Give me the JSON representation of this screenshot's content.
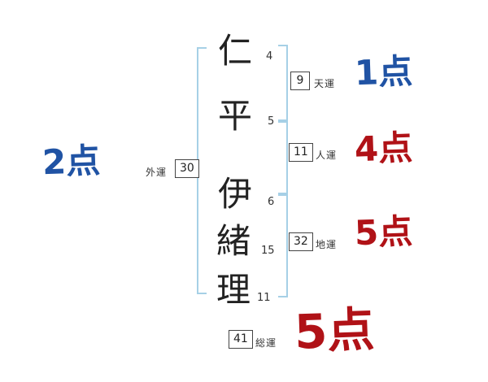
{
  "name": {
    "chars": [
      {
        "glyph": "仁",
        "strokes": "4"
      },
      {
        "glyph": "平",
        "strokes": "5"
      },
      {
        "glyph": "伊",
        "strokes": "6"
      },
      {
        "glyph": "緒",
        "strokes": "15"
      },
      {
        "glyph": "理",
        "strokes": "11"
      }
    ]
  },
  "fortunes": {
    "ten": {
      "label": "天運",
      "value": "9",
      "score": "1点",
      "score_color": "#2053a4"
    },
    "jin": {
      "label": "人運",
      "value": "11",
      "score": "4点",
      "score_color": "#b01217"
    },
    "chi": {
      "label": "地運",
      "value": "32",
      "score": "5点",
      "score_color": "#b01217"
    },
    "gai": {
      "label": "外運",
      "value": "30",
      "score": "2点",
      "score_color": "#2053a4"
    },
    "sou": {
      "label": "総運",
      "value": "41",
      "score": "5点",
      "score_color": "#b01217"
    }
  },
  "colors": {
    "blue": "#2053a4",
    "red": "#b01217",
    "bracket": "#a6d0e6",
    "ink": "#222222"
  }
}
